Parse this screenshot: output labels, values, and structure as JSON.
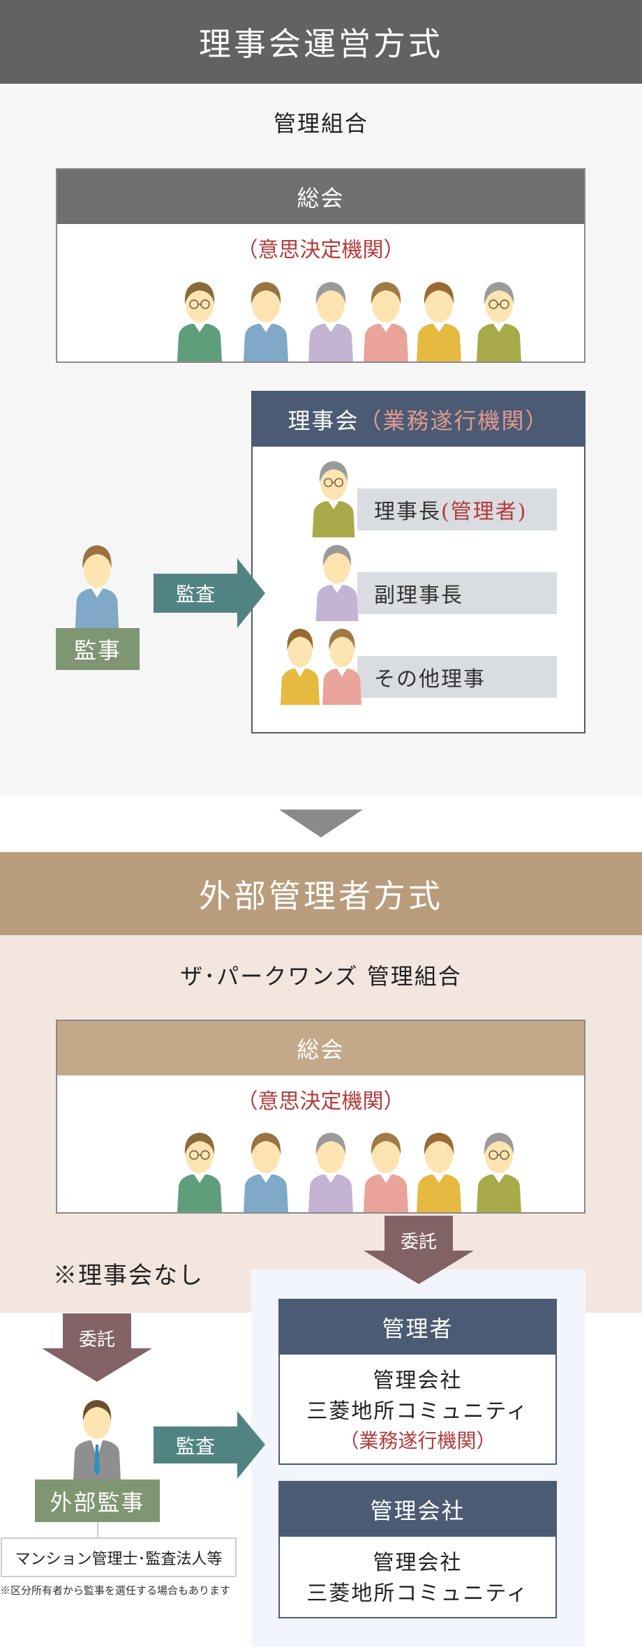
{
  "colors": {
    "header1": "#626262",
    "header2": "#b89c7c",
    "section1_bg": "#f6f6f6",
    "section2_bg": "#f3e6df",
    "navy": "#4b5b73",
    "teal": "#528383",
    "mauve": "#836265",
    "green": "#7f9672",
    "red": "#b23b3b"
  },
  "section1": {
    "title": "理事会運営方式",
    "org": "管理組合",
    "general_meeting": {
      "title": "総会",
      "role": "（意思決定機関）"
    },
    "board": {
      "title": "理事会",
      "role": "（業務遂行機関）",
      "rows": [
        {
          "label": "理事長",
          "sub": "(管理者)"
        },
        {
          "label": "副理事長",
          "sub": ""
        },
        {
          "label": "その他理事",
          "sub": ""
        }
      ]
    },
    "auditor": "監事",
    "audit_arrow": "監査"
  },
  "section2": {
    "title": "外部管理者方式",
    "org": "ザ･パークワンズ 管理組合",
    "general_meeting": {
      "title": "総会",
      "role": "（意思決定機関）"
    },
    "entrust_right": "委託",
    "entrust_left": "委託",
    "no_board": "※理事会なし",
    "manager": {
      "title": "管理者",
      "line1": "管理会社",
      "line2": "三菱地所コミュニティ",
      "role": "（業務遂行機関）"
    },
    "company": {
      "title": "管理会社",
      "line1": "管理会社",
      "line2": "三菱地所コミュニティ"
    },
    "external_auditor": "外部監事",
    "auditor_type": "マンション管理士･監査法人等",
    "note": "※区分所有者から監事を選任する場合もあります",
    "audit_arrow": "監査"
  },
  "people": [
    {
      "hair": "#8a6a3a",
      "shirt": "#5f9e7b",
      "glasses": true
    },
    {
      "hair": "#9a7440",
      "shirt": "#7fa9c6",
      "glasses": false
    },
    {
      "hair": "#9a9a9a",
      "shirt": "#c4b3d3",
      "glasses": false
    },
    {
      "hair": "#a07a45",
      "shirt": "#e9a39a",
      "glasses": false
    },
    {
      "hair": "#9a6a35",
      "shirt": "#e6b940",
      "glasses": false
    },
    {
      "hair": "#9a9a9a",
      "shirt": "#a8aa4a",
      "glasses": true
    }
  ]
}
